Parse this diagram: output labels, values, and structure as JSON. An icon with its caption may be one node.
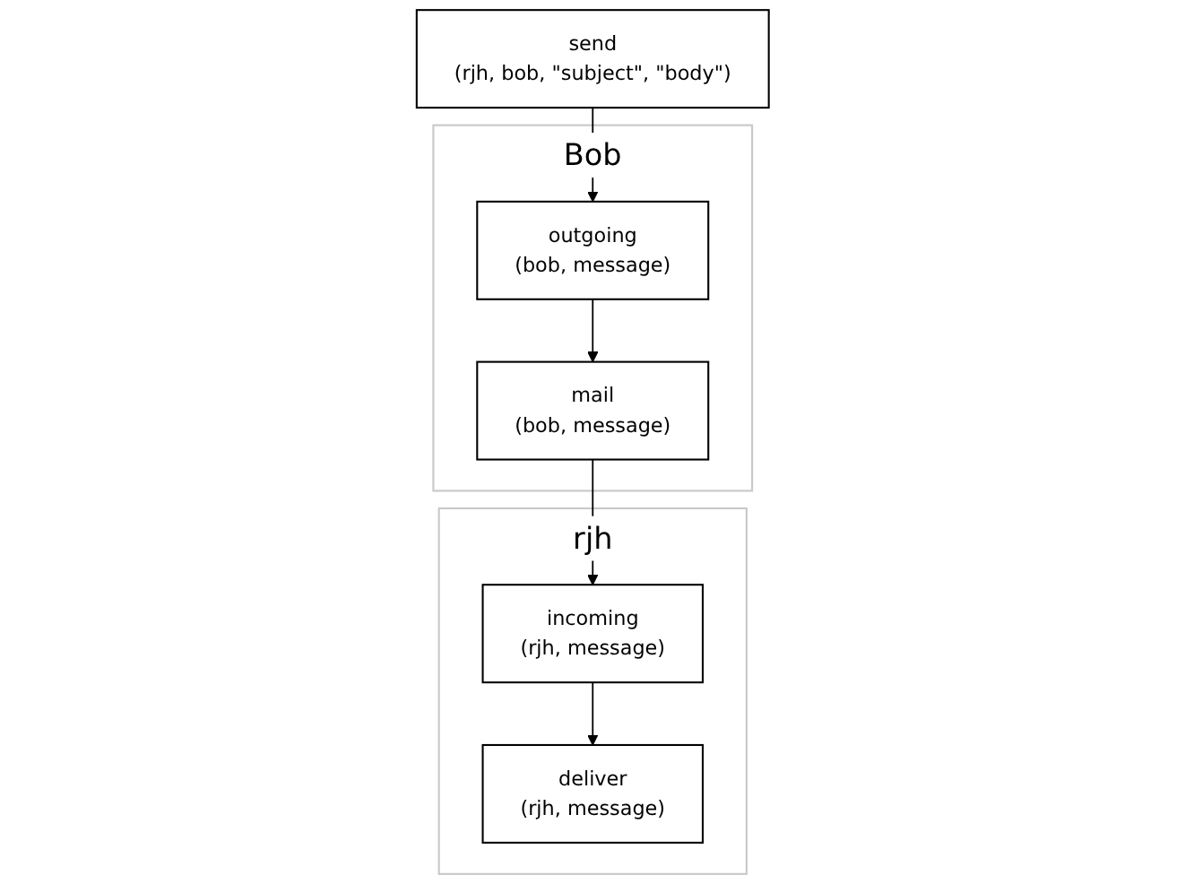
{
  "diagram": {
    "nodes": [
      {
        "text": [
          "send",
          "(rjh, bob, \"subject\", \"body\")"
        ]
      },
      {
        "text": [
          "Bob"
        ]
      },
      {
        "text": [
          "outgoing",
          "(bob, message)"
        ],
        "in": 1
      },
      {
        "text": [
          "mail",
          "(bob, message)"
        ],
        "in": 1
      },
      {
        "text": [
          "rjh"
        ]
      },
      {
        "text": [
          "incoming",
          "(rjh, message)"
        ],
        "in": 4
      },
      {
        "text": [
          "deliver",
          "(rjh, message)"
        ],
        "in": 4
      }
    ],
    "edges": [
      {
        "from": 0,
        "to": 2,
        "arrow": "to"
      },
      {
        "from": 2,
        "to": 3,
        "arrow": "to"
      },
      {
        "from": 3,
        "to": 5,
        "arrow": "to"
      },
      {
        "from": 5,
        "to": 6,
        "arrow": "to"
      }
    ]
  }
}
